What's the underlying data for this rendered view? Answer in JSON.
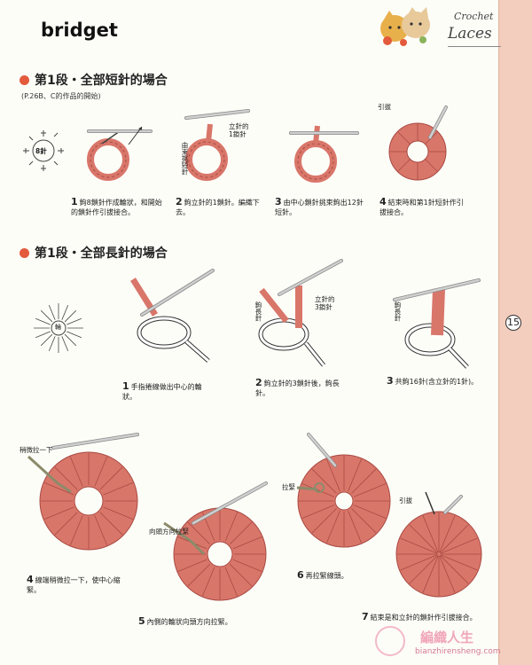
{
  "header": {
    "watermark": "bridget",
    "logo_small": "Crochet",
    "logo_large": "Laces",
    "page_number": "15"
  },
  "section1": {
    "title": "第1段・全部短針的場合",
    "note": "(P.26B、C的作品的開始)",
    "center_label": "8針",
    "labels": {
      "standing_chain": "立針的\n1鎖針",
      "from_back": "由束挑短針",
      "slip": "引拔"
    },
    "steps": [
      {
        "num": "1",
        "text": "鉤8鎖針作成輪狀，和開始的鎖針作引拔接合。"
      },
      {
        "num": "2",
        "text": "鉤立針的1鎖針。編織下去。"
      },
      {
        "num": "3",
        "text": "由中心鎖針挑束鉤出12針短針。"
      },
      {
        "num": "4",
        "text": "結束時和第1針短針作引拔接合。"
      }
    ]
  },
  "section2": {
    "title": "第1段・全部長針的場合",
    "center_label": "輪",
    "labels": {
      "standing_chain3": "立針的\n3鎖針",
      "hook_dc": "鉤長針",
      "hook_dc2": "鉤長針",
      "pull_slightly": "稍微拉一下",
      "pull_head": "向頭方向拉緊",
      "pull_tight": "拉緊",
      "slip": "引拔"
    },
    "steps": [
      {
        "num": "1",
        "text": "手指捲線做出中心的輪狀。"
      },
      {
        "num": "2",
        "text": "鉤立針的3鎖針後，鉤長針。"
      },
      {
        "num": "3",
        "text": "共鉤16針(含立針的1針)。"
      },
      {
        "num": "4",
        "text": "線端稍微拉一下，使中心縮緊。"
      },
      {
        "num": "5",
        "text": "內側的輪狀向頭方向拉緊。"
      },
      {
        "num": "6",
        "text": "再拉緊線頭。"
      },
      {
        "num": "7",
        "text": "結束是和立針的鎖針作引拔接合。"
      }
    ]
  },
  "footer": {
    "mark": "編織人生",
    "url": "bianzhirensheng.com"
  },
  "colors": {
    "yarn": "#d9766a",
    "yarn_dark": "#a84a42",
    "hook": "#cfcfcf",
    "accent_dot": "#e35a3c",
    "strip": "#f3cdbd"
  }
}
